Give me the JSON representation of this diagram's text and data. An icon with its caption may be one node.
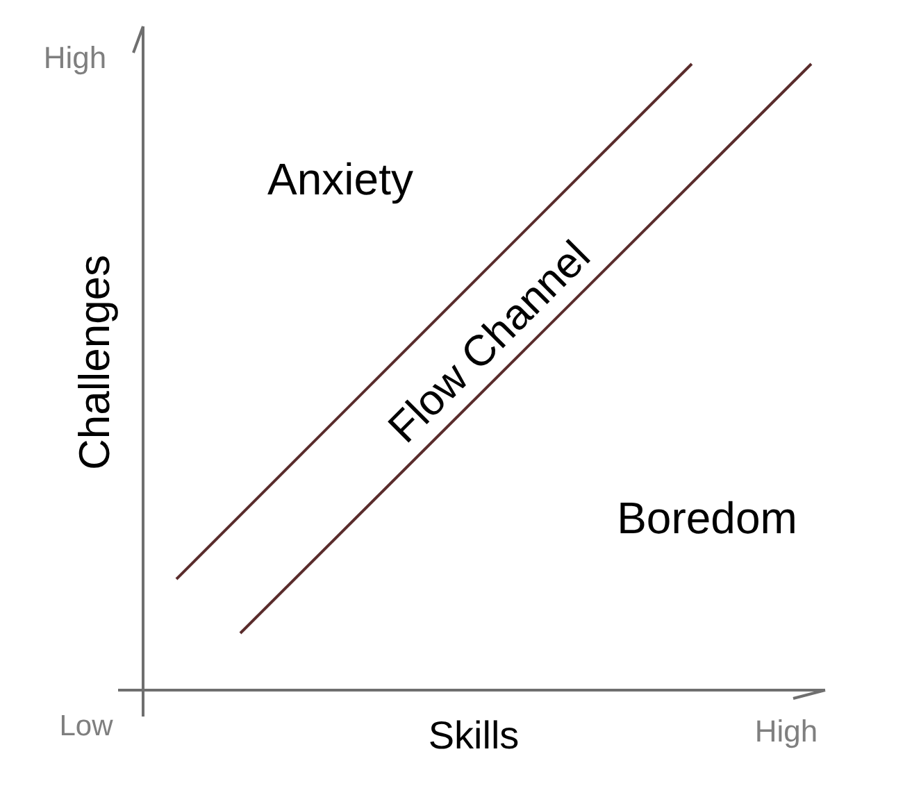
{
  "diagram": {
    "labels": [
      "High",
      "Anxiety",
      "Challenges",
      "Flow Channel",
      "Boredom",
      "Low",
      "Skills",
      "High"
    ]
  }
}
